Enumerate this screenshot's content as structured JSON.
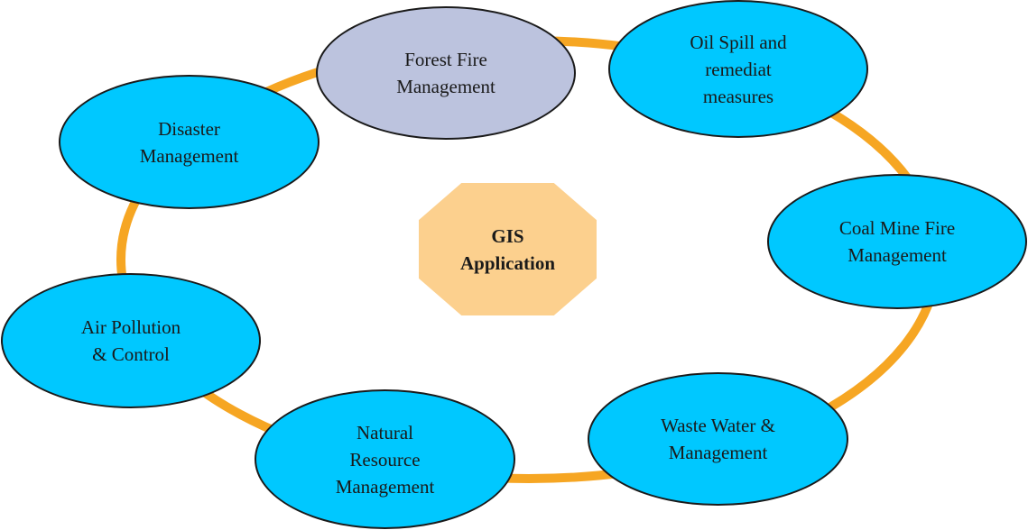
{
  "diagram": {
    "colors": {
      "ring": "#F6A623",
      "node_fill": "#00C8FF",
      "highlight_fill": "#BCC3DE",
      "center_fill": "#FCD08E",
      "outline": "#1a1a1a"
    },
    "center": {
      "label_lines": [
        "GIS",
        "Application"
      ]
    },
    "nodes": [
      {
        "id": "forest-fire",
        "label_lines": [
          "Forest Fire",
          "Management"
        ],
        "highlighted": true
      },
      {
        "id": "oil-spill",
        "label_lines": [
          "Oil Spill and",
          "remediat",
          "measures"
        ],
        "highlighted": false
      },
      {
        "id": "coal-mine-fire",
        "label_lines": [
          "Coal Mine Fire",
          "Management"
        ],
        "highlighted": false
      },
      {
        "id": "waste-water",
        "label_lines": [
          "Waste Water &",
          "Management"
        ],
        "highlighted": false
      },
      {
        "id": "natural-resource",
        "label_lines": [
          "Natural",
          "Resource",
          "Management"
        ],
        "highlighted": false
      },
      {
        "id": "air-pollution",
        "label_lines": [
          "Air Pollution",
          "& Control"
        ],
        "highlighted": false
      },
      {
        "id": "disaster",
        "label_lines": [
          "Disaster",
          "Management"
        ],
        "highlighted": false
      }
    ]
  }
}
